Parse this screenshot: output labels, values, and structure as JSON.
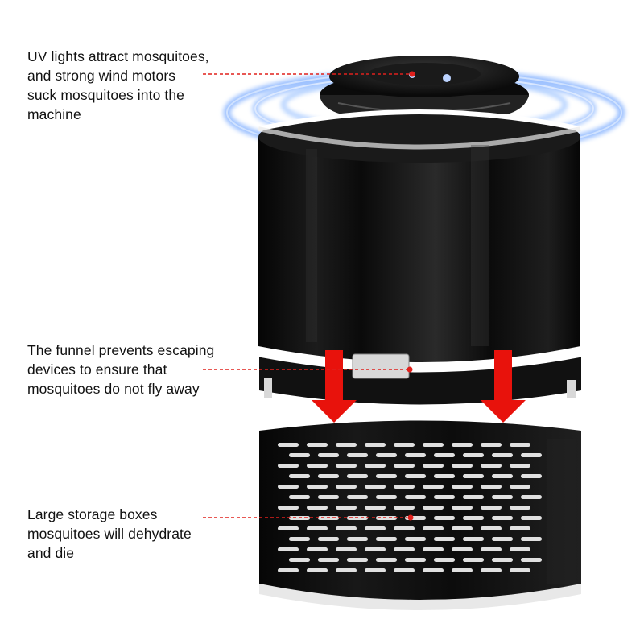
{
  "callouts": {
    "uv": {
      "text": "UV lights attract mosquitoes,\nand strong wind motors\nsuck mosquitoes into the\nmachine"
    },
    "funnel": {
      "text": "The funnel prevents escaping\ndevices to ensure that\nmosquitoes do not fly away"
    },
    "storage": {
      "text": "Large storage boxes\nmosquitoes will dehydrate\nand die"
    }
  },
  "colors": {
    "leader_line": "#e0201c",
    "arrow": "#e8120c",
    "glow": "#4a8cff",
    "body": "#0d0d0d"
  },
  "icons": [
    "uv-glow-rings",
    "red-down-arrow"
  ]
}
